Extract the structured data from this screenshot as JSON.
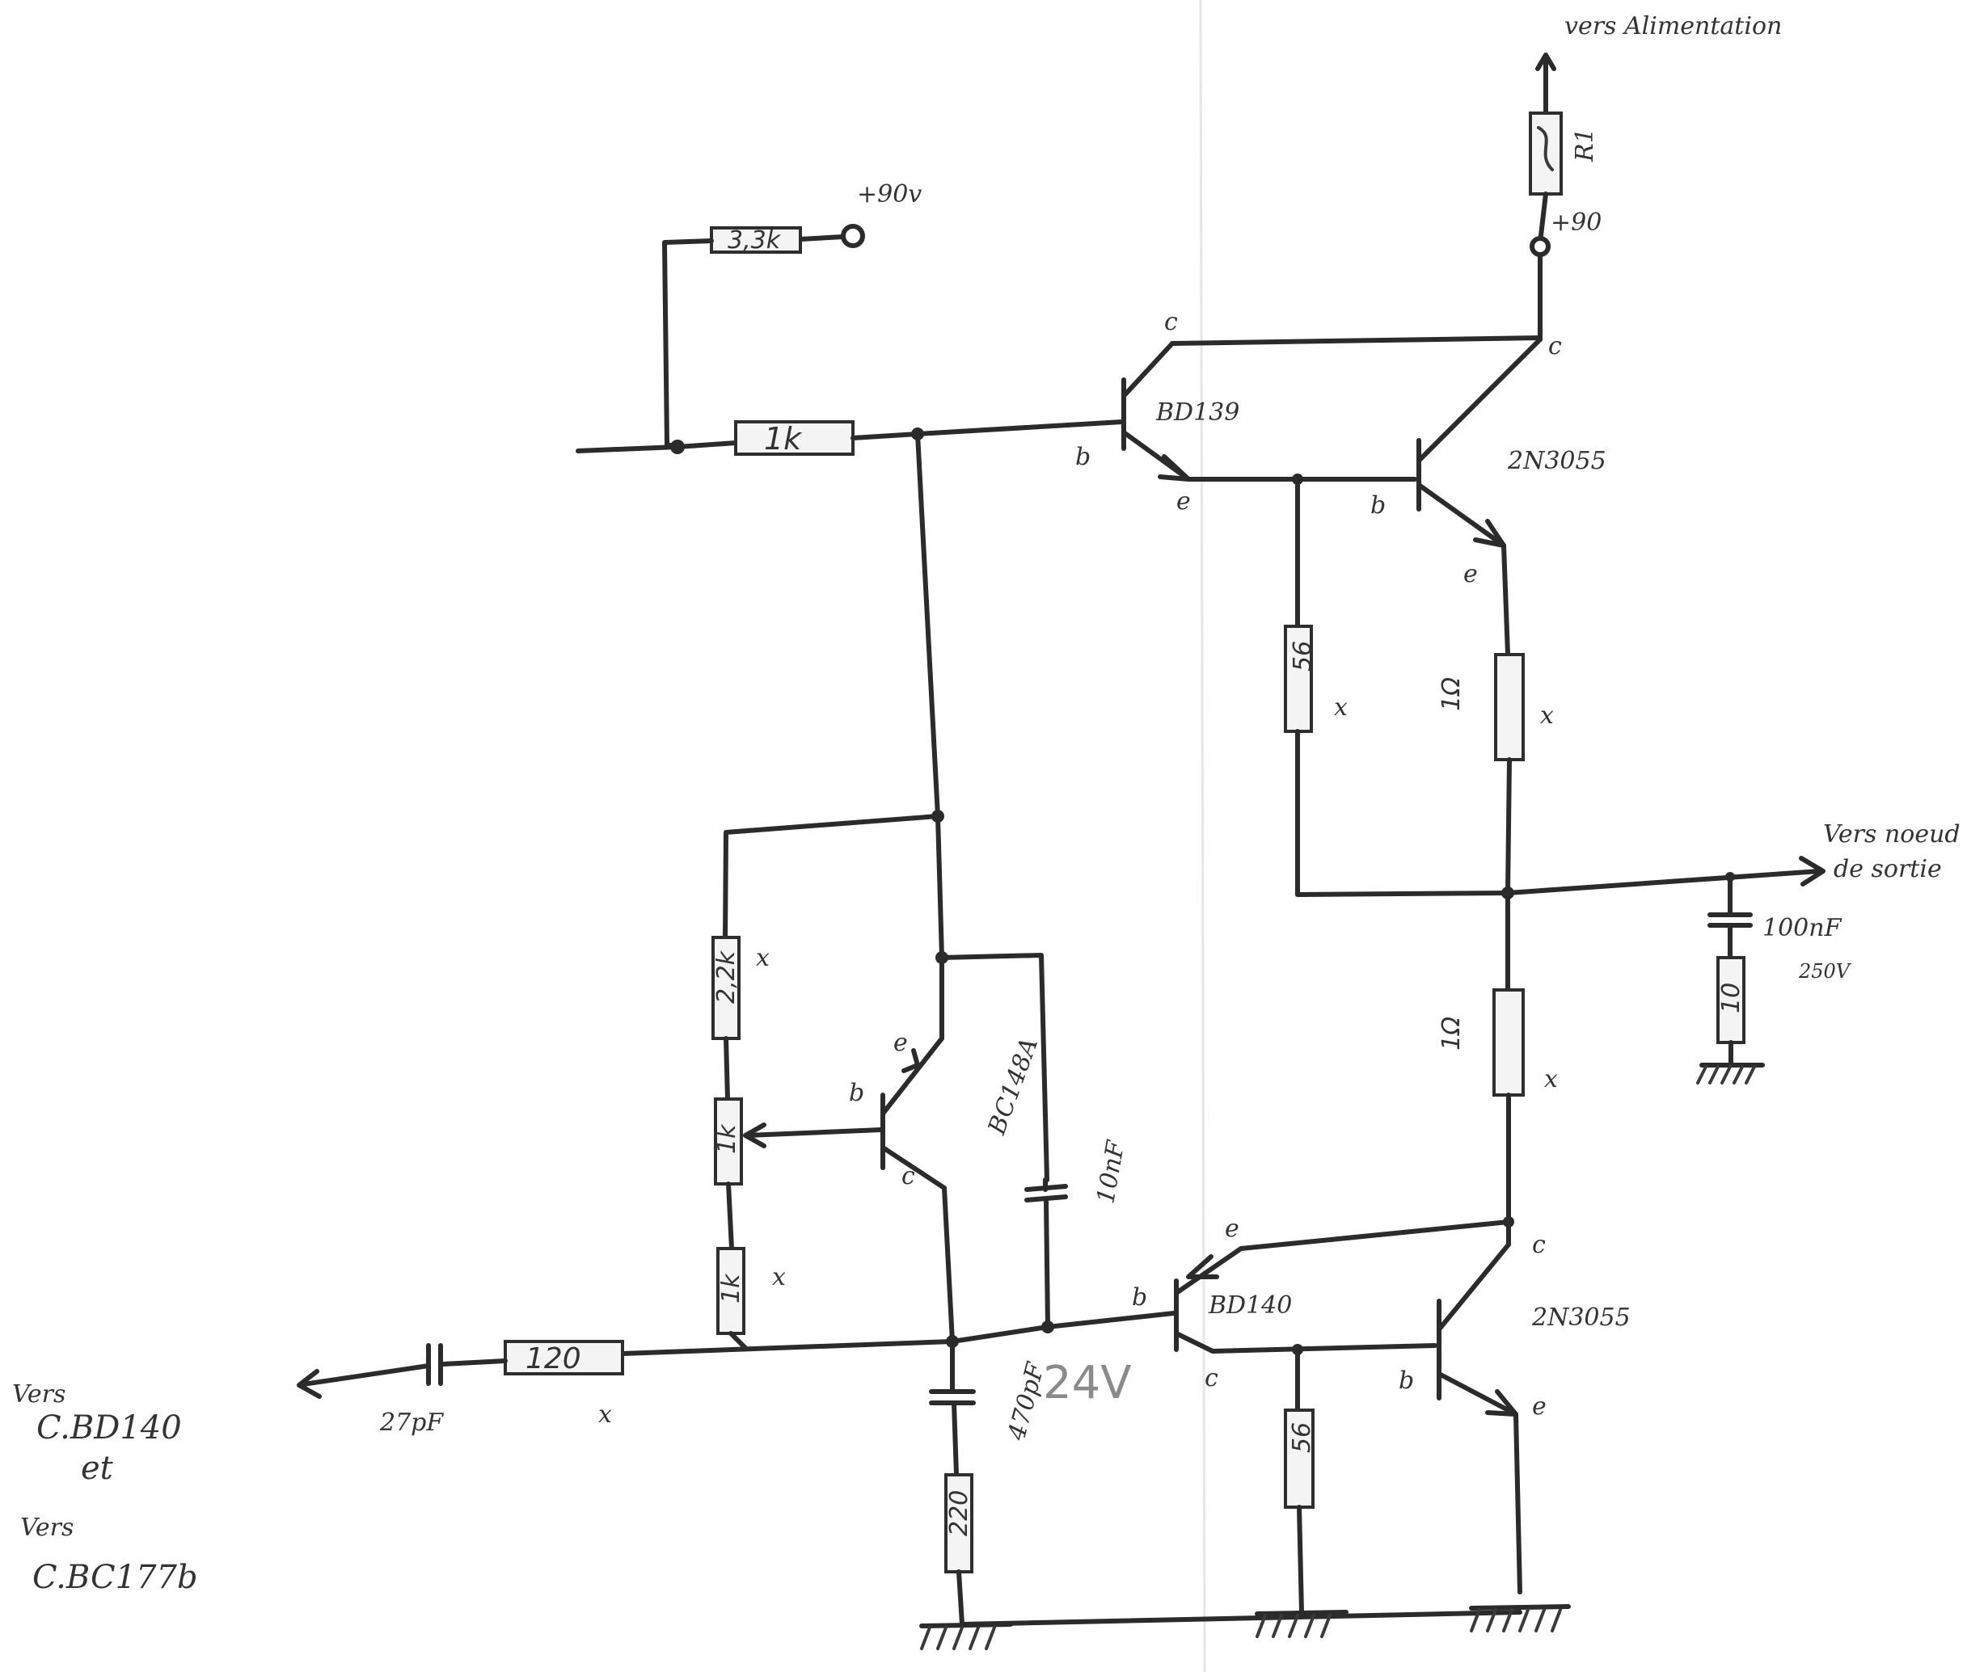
{
  "labels": {
    "vers_alimentation": "vers Alimentation",
    "r1": "R1",
    "plus_90_top": "+90",
    "plus_90v": "+90v",
    "r_3k3": "3,3k",
    "r_1k_top": "1k",
    "bd139": "BD139",
    "n2n3055_top": "2N3055",
    "r_56_top": "56",
    "r_1ohm_top_val": "1Ω",
    "vers_noeud": "Vers noeud",
    "de_sortie": "de sortie",
    "cap_100nf": "100nF",
    "cap_100nf_volt": "250V",
    "r_10": "10",
    "r_2k2": "2,2k",
    "pot_1k": "1k",
    "r_1k_low": "1k",
    "bc148a": "BC148A",
    "cap_10nf": "10nF",
    "r_1ohm_bottom_val": "1Ω",
    "bd140": "BD140",
    "n2n3055_bottom": "2N3055",
    "r_56_bottom": "56",
    "r_120": "120",
    "cap_27pf": "27pF",
    "cap_470pf": "470pF",
    "r_220": "220",
    "v24": "24V",
    "vers1": "Vers",
    "c_bd140": "C.BD140",
    "et": "et",
    "vers2": "Vers",
    "c_bc177b": "C.BC177b",
    "pin_c": "c",
    "pin_b": "b",
    "pin_e": "e",
    "mark_x": "x"
  }
}
